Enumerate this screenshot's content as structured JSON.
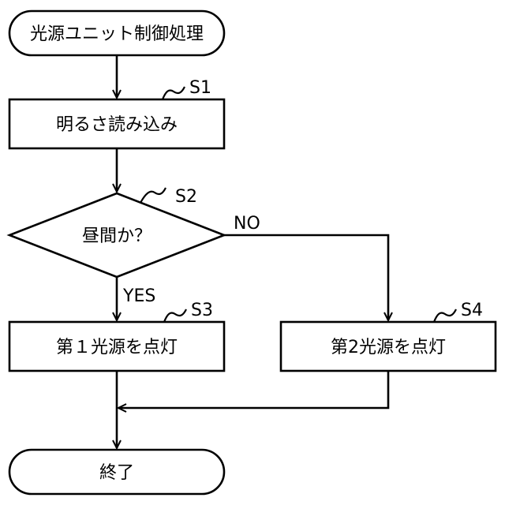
{
  "flowchart": {
    "start": "光源ユニット制御処理",
    "s1": {
      "step": "S1",
      "text": "明るさ読み込み"
    },
    "s2": {
      "step": "S2",
      "text": "昼間か？",
      "yes_label": "YES",
      "no_label": "NO"
    },
    "s3": {
      "step": "S3",
      "text": "第１光源を点灯"
    },
    "s4": {
      "step": "S4",
      "text": "第2光源を点灯"
    },
    "end": "終了"
  }
}
